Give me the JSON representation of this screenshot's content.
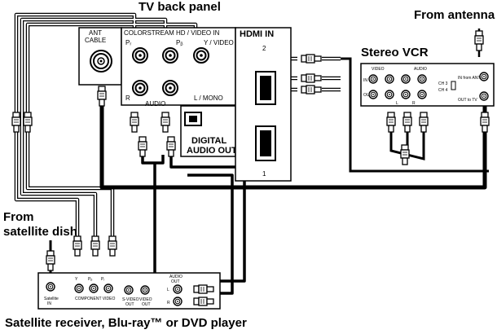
{
  "labels": {
    "tv_back_panel": "TV back panel",
    "from_antenna": "From antenna",
    "stereo_vcr": "Stereo VCR",
    "from_satellite_line1": "From",
    "from_satellite_line2": "satellite dish",
    "source_device": "Satellite receiver, Blu-ray™ or DVD player"
  },
  "tv_panel": {
    "ant_cable": [
      "ANT",
      "CABLE"
    ],
    "color_stream": "COLORSTREAM HD / VIDEO IN",
    "hdmi_in": "HDMI IN",
    "pr": "Pᵣ",
    "pb": "Pᵦ",
    "y_video": "Y / VIDEO",
    "r": "R",
    "audio": "AUDIO",
    "l_mono": "L / MONO",
    "digital_audio_out": [
      "DIGITAL",
      "AUDIO OUT"
    ],
    "hdmi_port_2": "2",
    "hdmi_port_1": "1"
  },
  "vcr_panel": {
    "video": "VIDEO",
    "audio": "AUDIO",
    "ch3": "CH 3",
    "ch4": "CH 4",
    "in_from_ant": "IN from ANT",
    "out_to_tv": "OUT to TV",
    "in": "IN",
    "out": "OUT",
    "l": "L",
    "r": "R"
  },
  "sat_panel": {
    "satellite_in": [
      "Satellite",
      "IN"
    ],
    "component_video": "COMPONENT VIDEO",
    "y": "Y",
    "pb": "Pᵦ",
    "pr": "Pᵣ",
    "s_video_out": [
      "S-VIDEO",
      "OUT"
    ],
    "video_out": [
      "VIDEO",
      "OUT"
    ],
    "audio_out": [
      "AUDIO",
      "OUT"
    ],
    "l": "L",
    "r": "R"
  },
  "colors": {
    "line": "#000000",
    "cable_gray": "#9a9a9a",
    "panel_fill": "#ffffff"
  }
}
